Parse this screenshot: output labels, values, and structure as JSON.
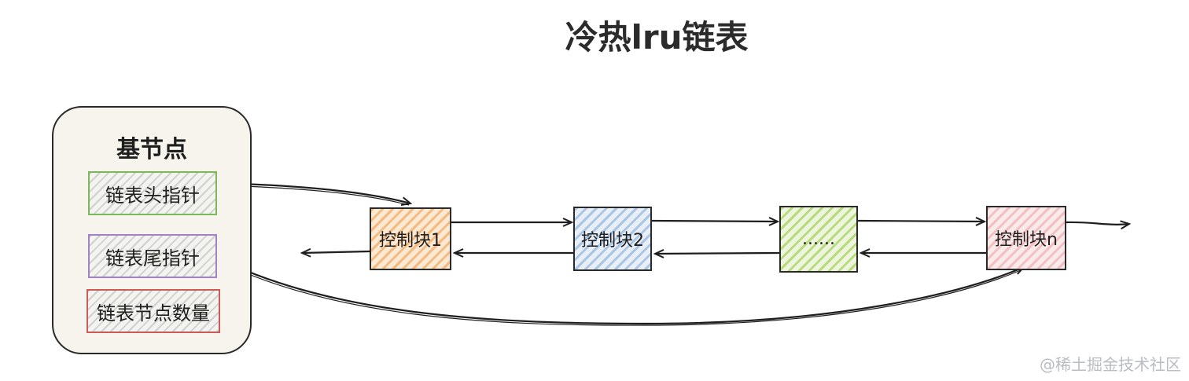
{
  "title": "冷热lru链表",
  "base_node": {
    "label": "基节点",
    "fields": {
      "head_pointer": "链表头指针",
      "tail_pointer": "链表尾指针",
      "node_count": "链表节点数量"
    }
  },
  "blocks": {
    "block_1": "控制块1",
    "block_2": "控制块2",
    "ellipsis": "......",
    "block_n": "控制块n"
  },
  "watermark": "@稀土掘金技术社区"
}
